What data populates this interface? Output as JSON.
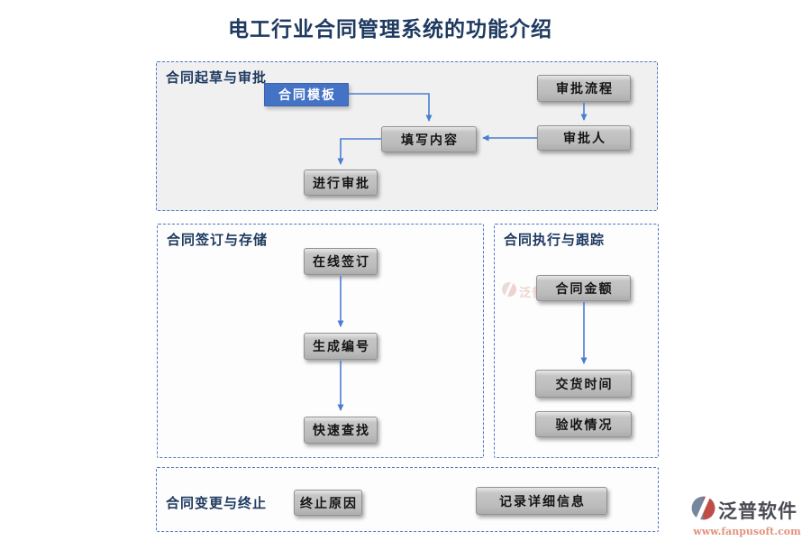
{
  "title": "电工行业合同管理系统的功能介绍",
  "sections": [
    {
      "label": "合同起草与审批",
      "nodes": [
        {
          "label": "合同模板",
          "style": "primary"
        },
        {
          "label": "审批流程"
        },
        {
          "label": "填写内容"
        },
        {
          "label": "审批人"
        },
        {
          "label": "进行审批"
        }
      ]
    },
    {
      "label": "合同签订与存储",
      "nodes": [
        {
          "label": "在线签订"
        },
        {
          "label": "生成编号"
        },
        {
          "label": "快速查找"
        }
      ]
    },
    {
      "label": "合同执行与跟踪",
      "nodes": [
        {
          "label": "合同金额"
        },
        {
          "label": "交货时间"
        },
        {
          "label": "验收情况"
        }
      ]
    },
    {
      "label": "合同变更与终止",
      "nodes": [
        {
          "label": "终止原因"
        },
        {
          "label": "记录详细信息"
        }
      ]
    }
  ],
  "connections": [
    {
      "from": "合同模板",
      "to": "填写内容"
    },
    {
      "from": "审批流程",
      "to": "审批人"
    },
    {
      "from": "审批人",
      "to": "填写内容"
    },
    {
      "from": "填写内容",
      "to": "进行审批"
    },
    {
      "from": "在线签订",
      "to": "生成编号"
    },
    {
      "from": "生成编号",
      "to": "快速查找"
    },
    {
      "from": "合同金额",
      "to": "交货时间"
    }
  ],
  "watermark": {
    "brand": "泛普软件"
  },
  "logo": {
    "brand": "泛普软件",
    "url": "www.fanpusoft.com"
  },
  "colors": {
    "accent": "#4472c4",
    "title_text": "#1e3a60",
    "node_bg": "#bcbcbc",
    "primary_node_bg": "#4472c4",
    "section1_bg": "#f0f0f0",
    "logo_text": "#4b4b55",
    "logo_url_text": "#e2927e",
    "logo_mark_blue": "#74879f",
    "logo_mark_red": "#bf4e49"
  }
}
